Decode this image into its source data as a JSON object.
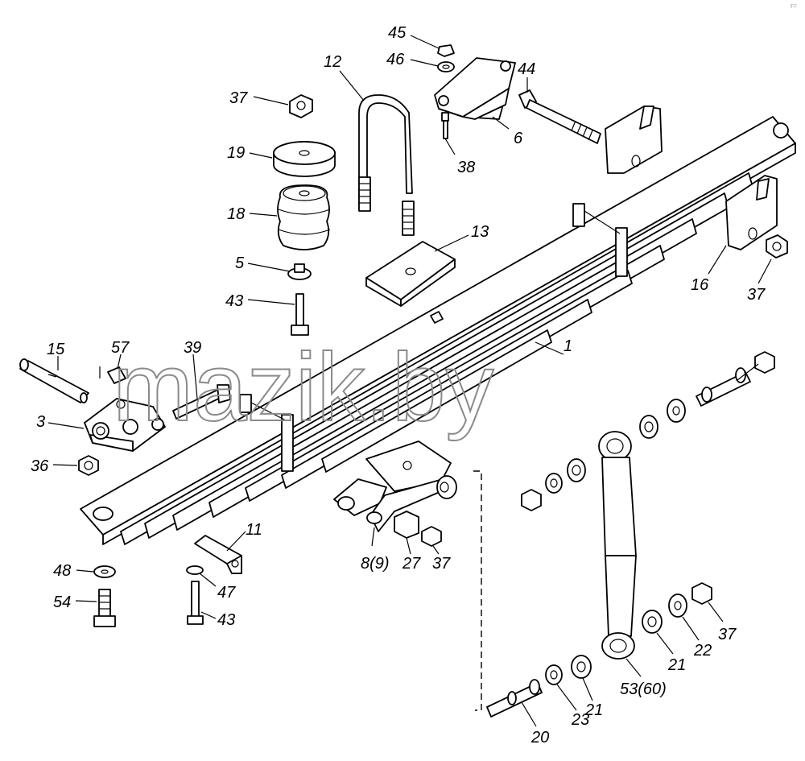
{
  "watermark": "mazik.by",
  "corner_mark": "r=",
  "labels": {
    "l45": "45",
    "l46": "46",
    "l12": "12",
    "l44": "44",
    "l37a": "37",
    "l6": "6",
    "l38": "38",
    "l19": "19",
    "l18": "18",
    "l13": "13",
    "l16": "16",
    "l37b": "37",
    "l5": "5",
    "l43a": "43",
    "l15": "15",
    "l57": "57",
    "l39": "39",
    "l1": "1",
    "l3": "3",
    "l36": "36",
    "l11": "11",
    "l8": "8(9)",
    "l27": "27",
    "l37c": "37",
    "l48": "48",
    "l47": "47",
    "l54": "54",
    "l43b": "43",
    "l21a": "21",
    "l22": "22",
    "l37d": "37",
    "l53": "53(60)",
    "l21b": "21",
    "l23": "23",
    "l20": "20"
  }
}
